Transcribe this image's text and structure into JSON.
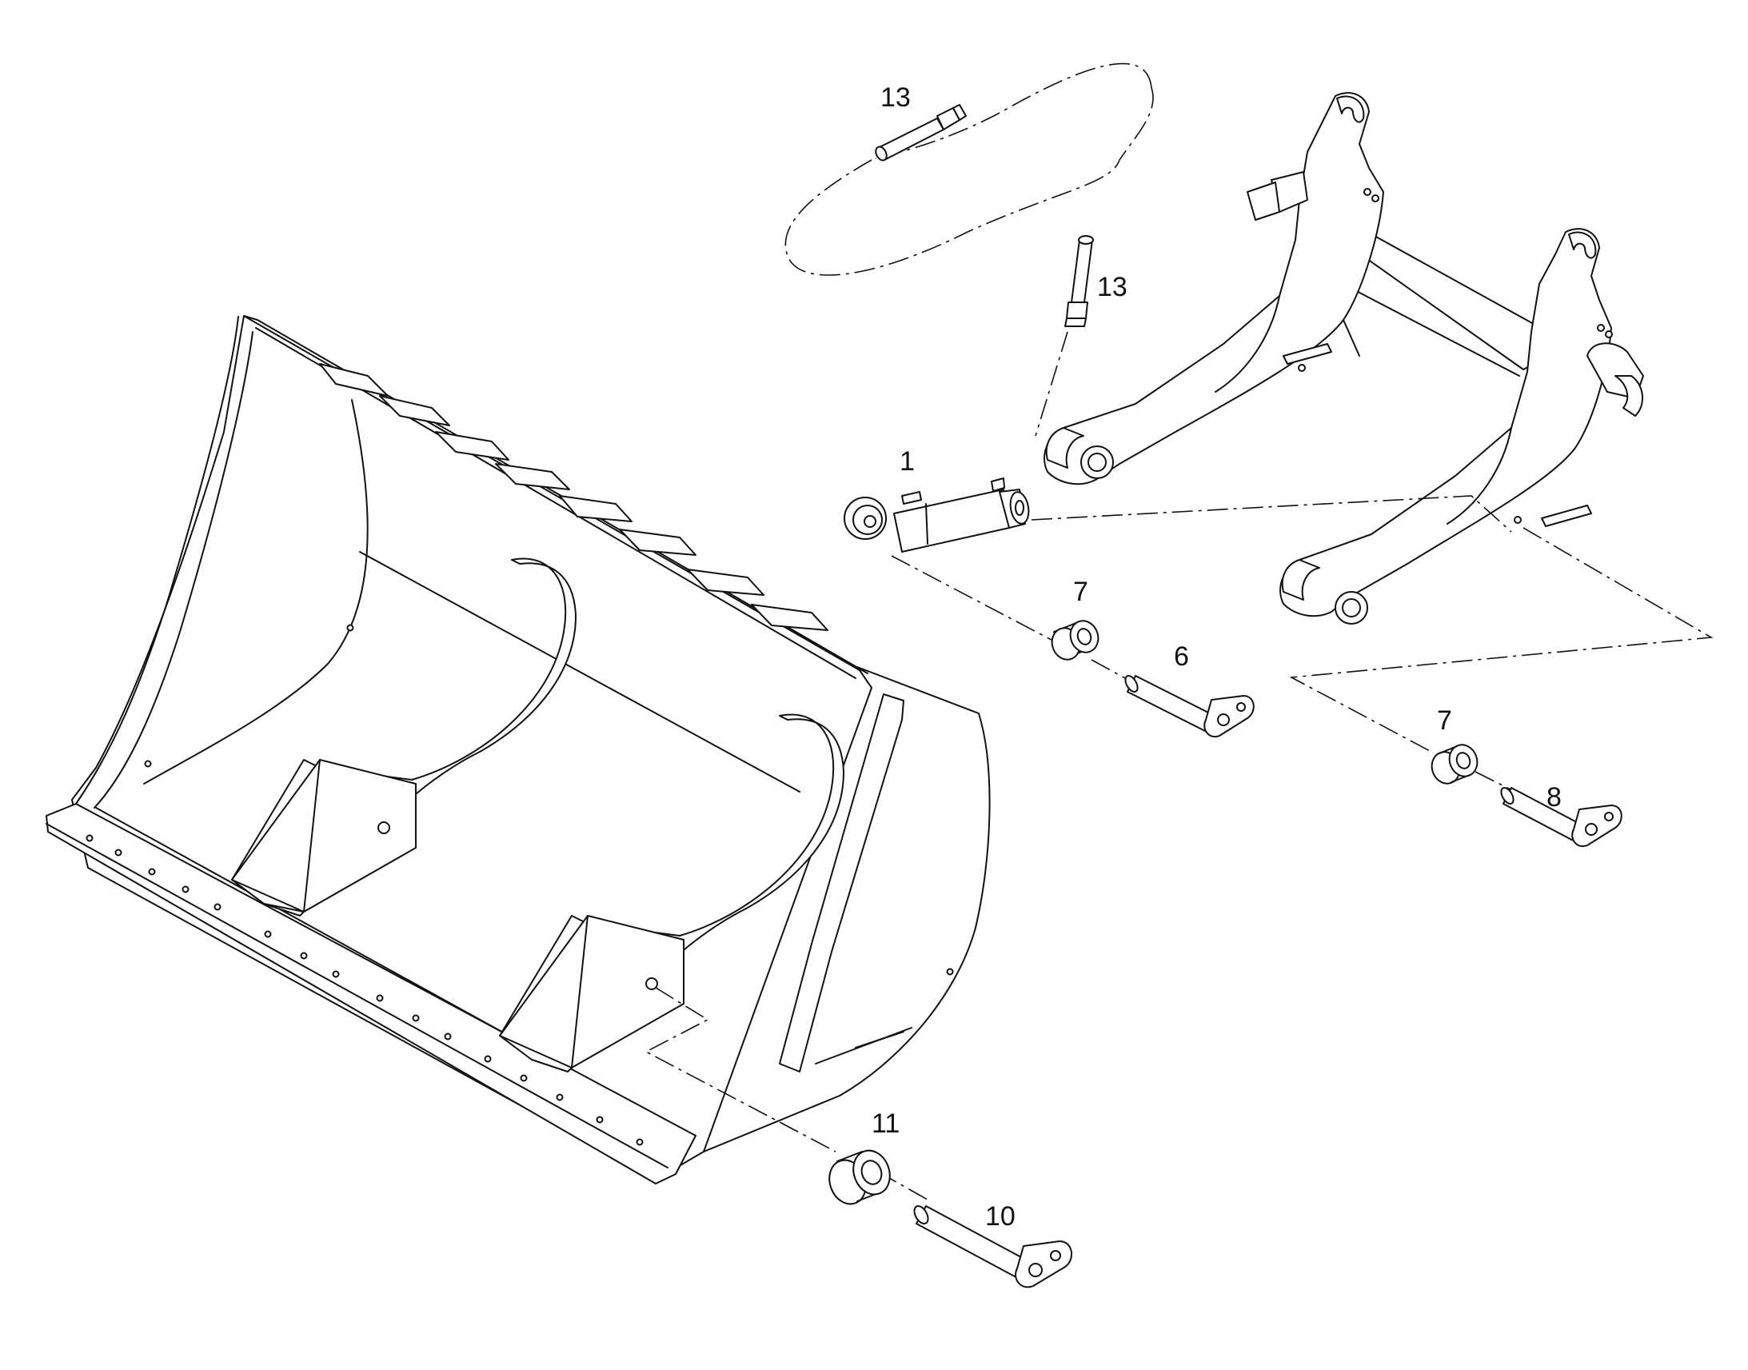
{
  "callouts": {
    "c1": "1",
    "c6": "6",
    "c7a": "7",
    "c7b": "7",
    "c8": "8",
    "c10": "10",
    "c11": "11",
    "c13a": "13",
    "c13b": "13"
  },
  "colors": {
    "line": "#111111",
    "fill": "#ffffff"
  }
}
